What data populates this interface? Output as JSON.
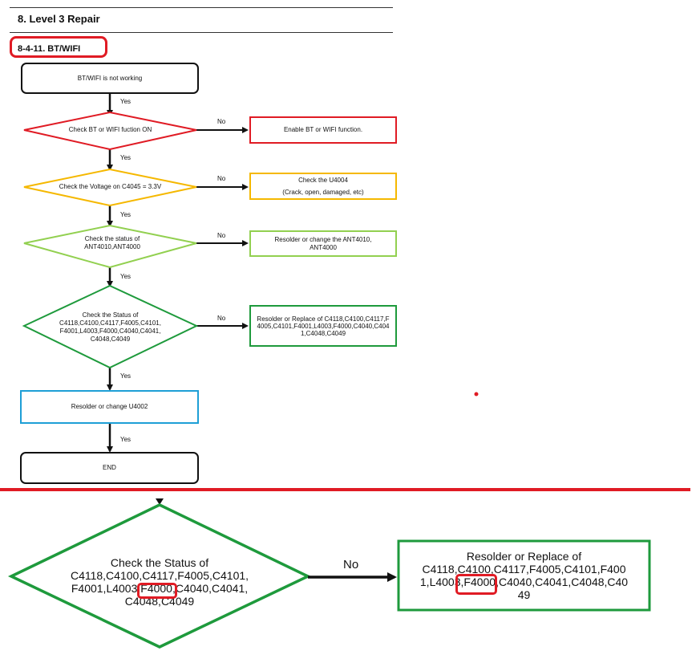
{
  "header": {
    "title": "8. Level 3 Repair"
  },
  "section": {
    "title": "8-4-11. BT/WIFI"
  },
  "flow": {
    "start": "BT/WIFI is not working",
    "d1": "Check BT or WIFI fuction ON",
    "a1": "Enable BT or WIFI function.",
    "d2": "Check the Voltage on C4045 = 3.3V",
    "a2_line1": "Check the U4004",
    "a2_line2": "(Crack, open, damaged, etc)",
    "d3": "Check the status of ANT4010,ANT4000",
    "a3": "Resolder or change the ANT4010, ANT4000",
    "d4": "Check the Status of C4118,C4100,C4117,F4005,C4101, F4001,L4003,F4000,C4040,C4041, C4048,C4049",
    "a4": "Resolder or Replace of C4118,C4100,C4117,F4005,C4101,F4001,L4003,F4000,C4040,C4041,C4048,C4049",
    "step5": "Resolder or change U4002",
    "end": "END",
    "yes": "Yes",
    "no": "No"
  },
  "zoom": {
    "d_line1": "Check the Status of",
    "d_line2": "C4118,C4100,C4117,F4005,C4101,",
    "d_line3": "F4001,L4003,F4000,C4040,C4041,",
    "d_line4": "C4048,C4049",
    "no": "No",
    "a_line1": "Resolder or Replace of",
    "a_line2": "C4118,C4100,C4117,F4005,C4101,F400",
    "a_line3": "1,L4003,F4000,C4040,C4041,C4048,C40",
    "a_line4": "49"
  },
  "colors": {
    "red": "#e01b24",
    "yellow": "#f5b800",
    "light_green": "#92d050",
    "green": "#1e9a3c",
    "blue": "#1e9fd6",
    "black": "#111111"
  }
}
